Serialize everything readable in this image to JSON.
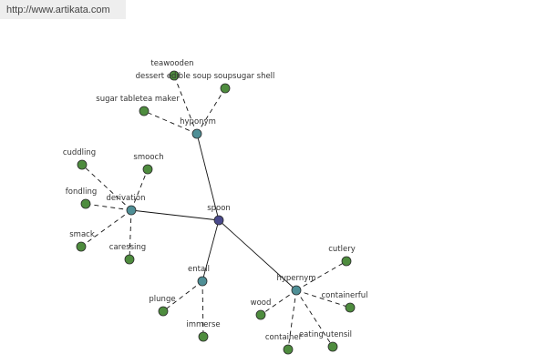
{
  "header": {
    "url": "http://www.artikata.com"
  },
  "colors": {
    "center": "#4a4a8c",
    "relation": "#4f8f96",
    "leaf": "#4e8c3e",
    "stroke": "#2a2a2a",
    "edge": "#111111"
  },
  "graph": {
    "nodes": [
      {
        "id": "spoon",
        "label": "spoon",
        "kind": "center"
      },
      {
        "id": "hyponym",
        "label": "hyponym",
        "kind": "relation"
      },
      {
        "id": "derivation",
        "label": "derivation",
        "kind": "relation"
      },
      {
        "id": "entail",
        "label": "entail",
        "kind": "relation"
      },
      {
        "id": "hypernym",
        "label": "hypernym",
        "kind": "relation"
      },
      {
        "id": "teawooden",
        "label": "teawooden",
        "kind": "leaf"
      },
      {
        "id": "dessert-edible-soup-soupsugar-shell",
        "label": "dessert edible soup soupsugar shell",
        "kind": "leaf"
      },
      {
        "id": "sugar-tabletea-maker",
        "label": "sugar tabletea maker",
        "kind": "leaf"
      },
      {
        "id": "cuddling",
        "label": "cuddling",
        "kind": "leaf"
      },
      {
        "id": "smooch",
        "label": "smooch",
        "kind": "leaf"
      },
      {
        "id": "fondling",
        "label": "fondling",
        "kind": "leaf"
      },
      {
        "id": "smack",
        "label": "smack",
        "kind": "leaf"
      },
      {
        "id": "caressing",
        "label": "caressing",
        "kind": "leaf"
      },
      {
        "id": "plunge",
        "label": "plunge",
        "kind": "leaf"
      },
      {
        "id": "immerse",
        "label": "immerse",
        "kind": "leaf"
      },
      {
        "id": "cutlery",
        "label": "cutlery",
        "kind": "leaf"
      },
      {
        "id": "containerful",
        "label": "containerful",
        "kind": "leaf"
      },
      {
        "id": "wood",
        "label": "wood",
        "kind": "leaf"
      },
      {
        "id": "container",
        "label": "container",
        "kind": "leaf"
      },
      {
        "id": "eating-utensil",
        "label": "eating utensil",
        "kind": "leaf"
      }
    ],
    "edges": [
      {
        "from": "spoon",
        "to": "hyponym",
        "style": "solid"
      },
      {
        "from": "spoon",
        "to": "derivation",
        "style": "solid"
      },
      {
        "from": "spoon",
        "to": "entail",
        "style": "solid"
      },
      {
        "from": "spoon",
        "to": "hypernym",
        "style": "solid"
      },
      {
        "from": "hyponym",
        "to": "teawooden",
        "style": "dashed"
      },
      {
        "from": "hyponym",
        "to": "dessert-edible-soup-soupsugar-shell",
        "style": "dashed"
      },
      {
        "from": "hyponym",
        "to": "sugar-tabletea-maker",
        "style": "dashed"
      },
      {
        "from": "derivation",
        "to": "cuddling",
        "style": "dashed"
      },
      {
        "from": "derivation",
        "to": "smooch",
        "style": "dashed"
      },
      {
        "from": "derivation",
        "to": "fondling",
        "style": "dashed"
      },
      {
        "from": "derivation",
        "to": "smack",
        "style": "dashed"
      },
      {
        "from": "derivation",
        "to": "caressing",
        "style": "dashed"
      },
      {
        "from": "entail",
        "to": "plunge",
        "style": "dashed"
      },
      {
        "from": "entail",
        "to": "immerse",
        "style": "dashed"
      },
      {
        "from": "hypernym",
        "to": "cutlery",
        "style": "dashed"
      },
      {
        "from": "hypernym",
        "to": "containerful",
        "style": "dashed"
      },
      {
        "from": "hypernym",
        "to": "wood",
        "style": "dashed"
      },
      {
        "from": "hypernym",
        "to": "container",
        "style": "dashed"
      },
      {
        "from": "hypernym",
        "to": "eating-utensil",
        "style": "dashed"
      }
    ]
  }
}
